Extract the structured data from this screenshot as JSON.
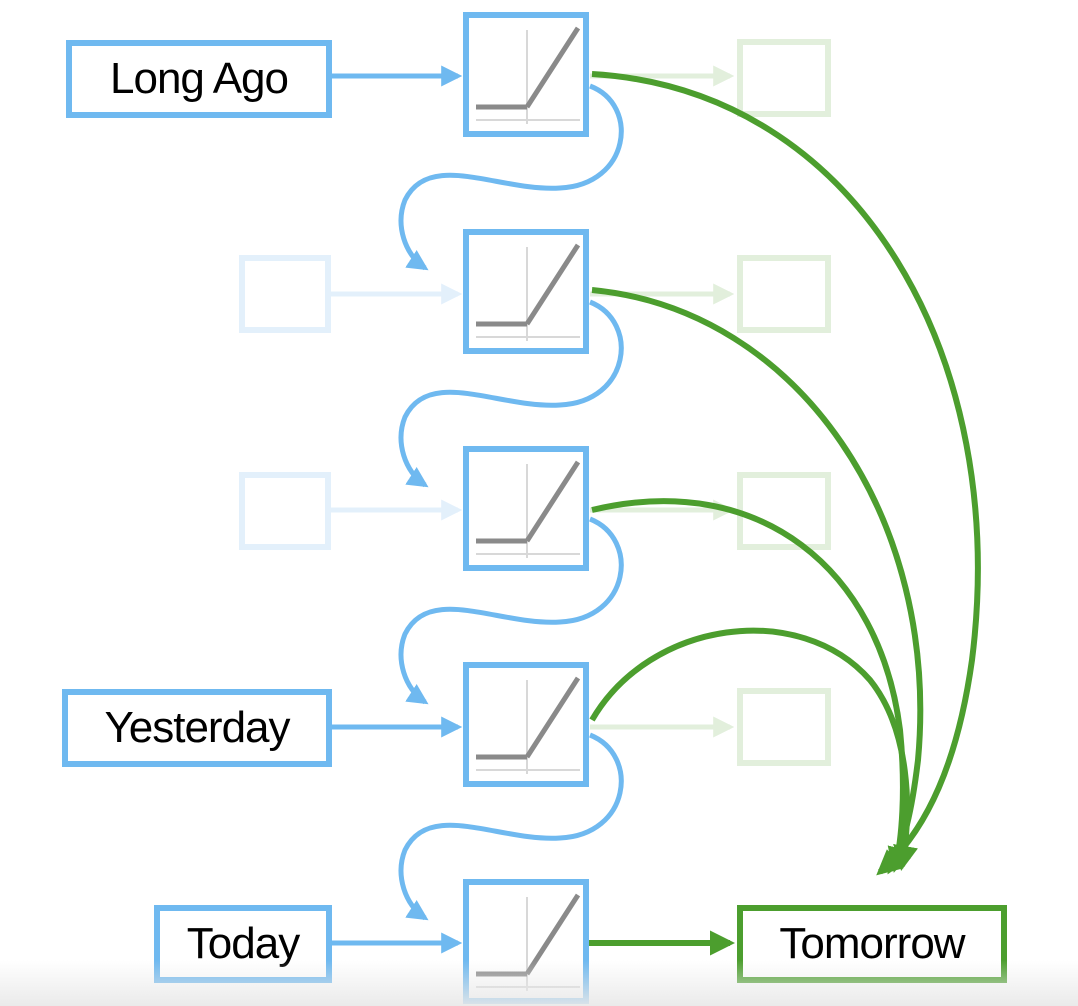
{
  "inputs": {
    "long_ago": "Long Ago",
    "yesterday": "Yesterday",
    "today": "Today"
  },
  "output": {
    "tomorrow": "Tomorrow"
  },
  "activation_icon": "relu-graph-icon",
  "colors": {
    "input_blue": "#6fb9f0",
    "faded_blue": "#e3f0fb",
    "output_green": "#4c9e2e",
    "faded_green": "#e2efdc",
    "relu_line": "#8a8a8a"
  }
}
